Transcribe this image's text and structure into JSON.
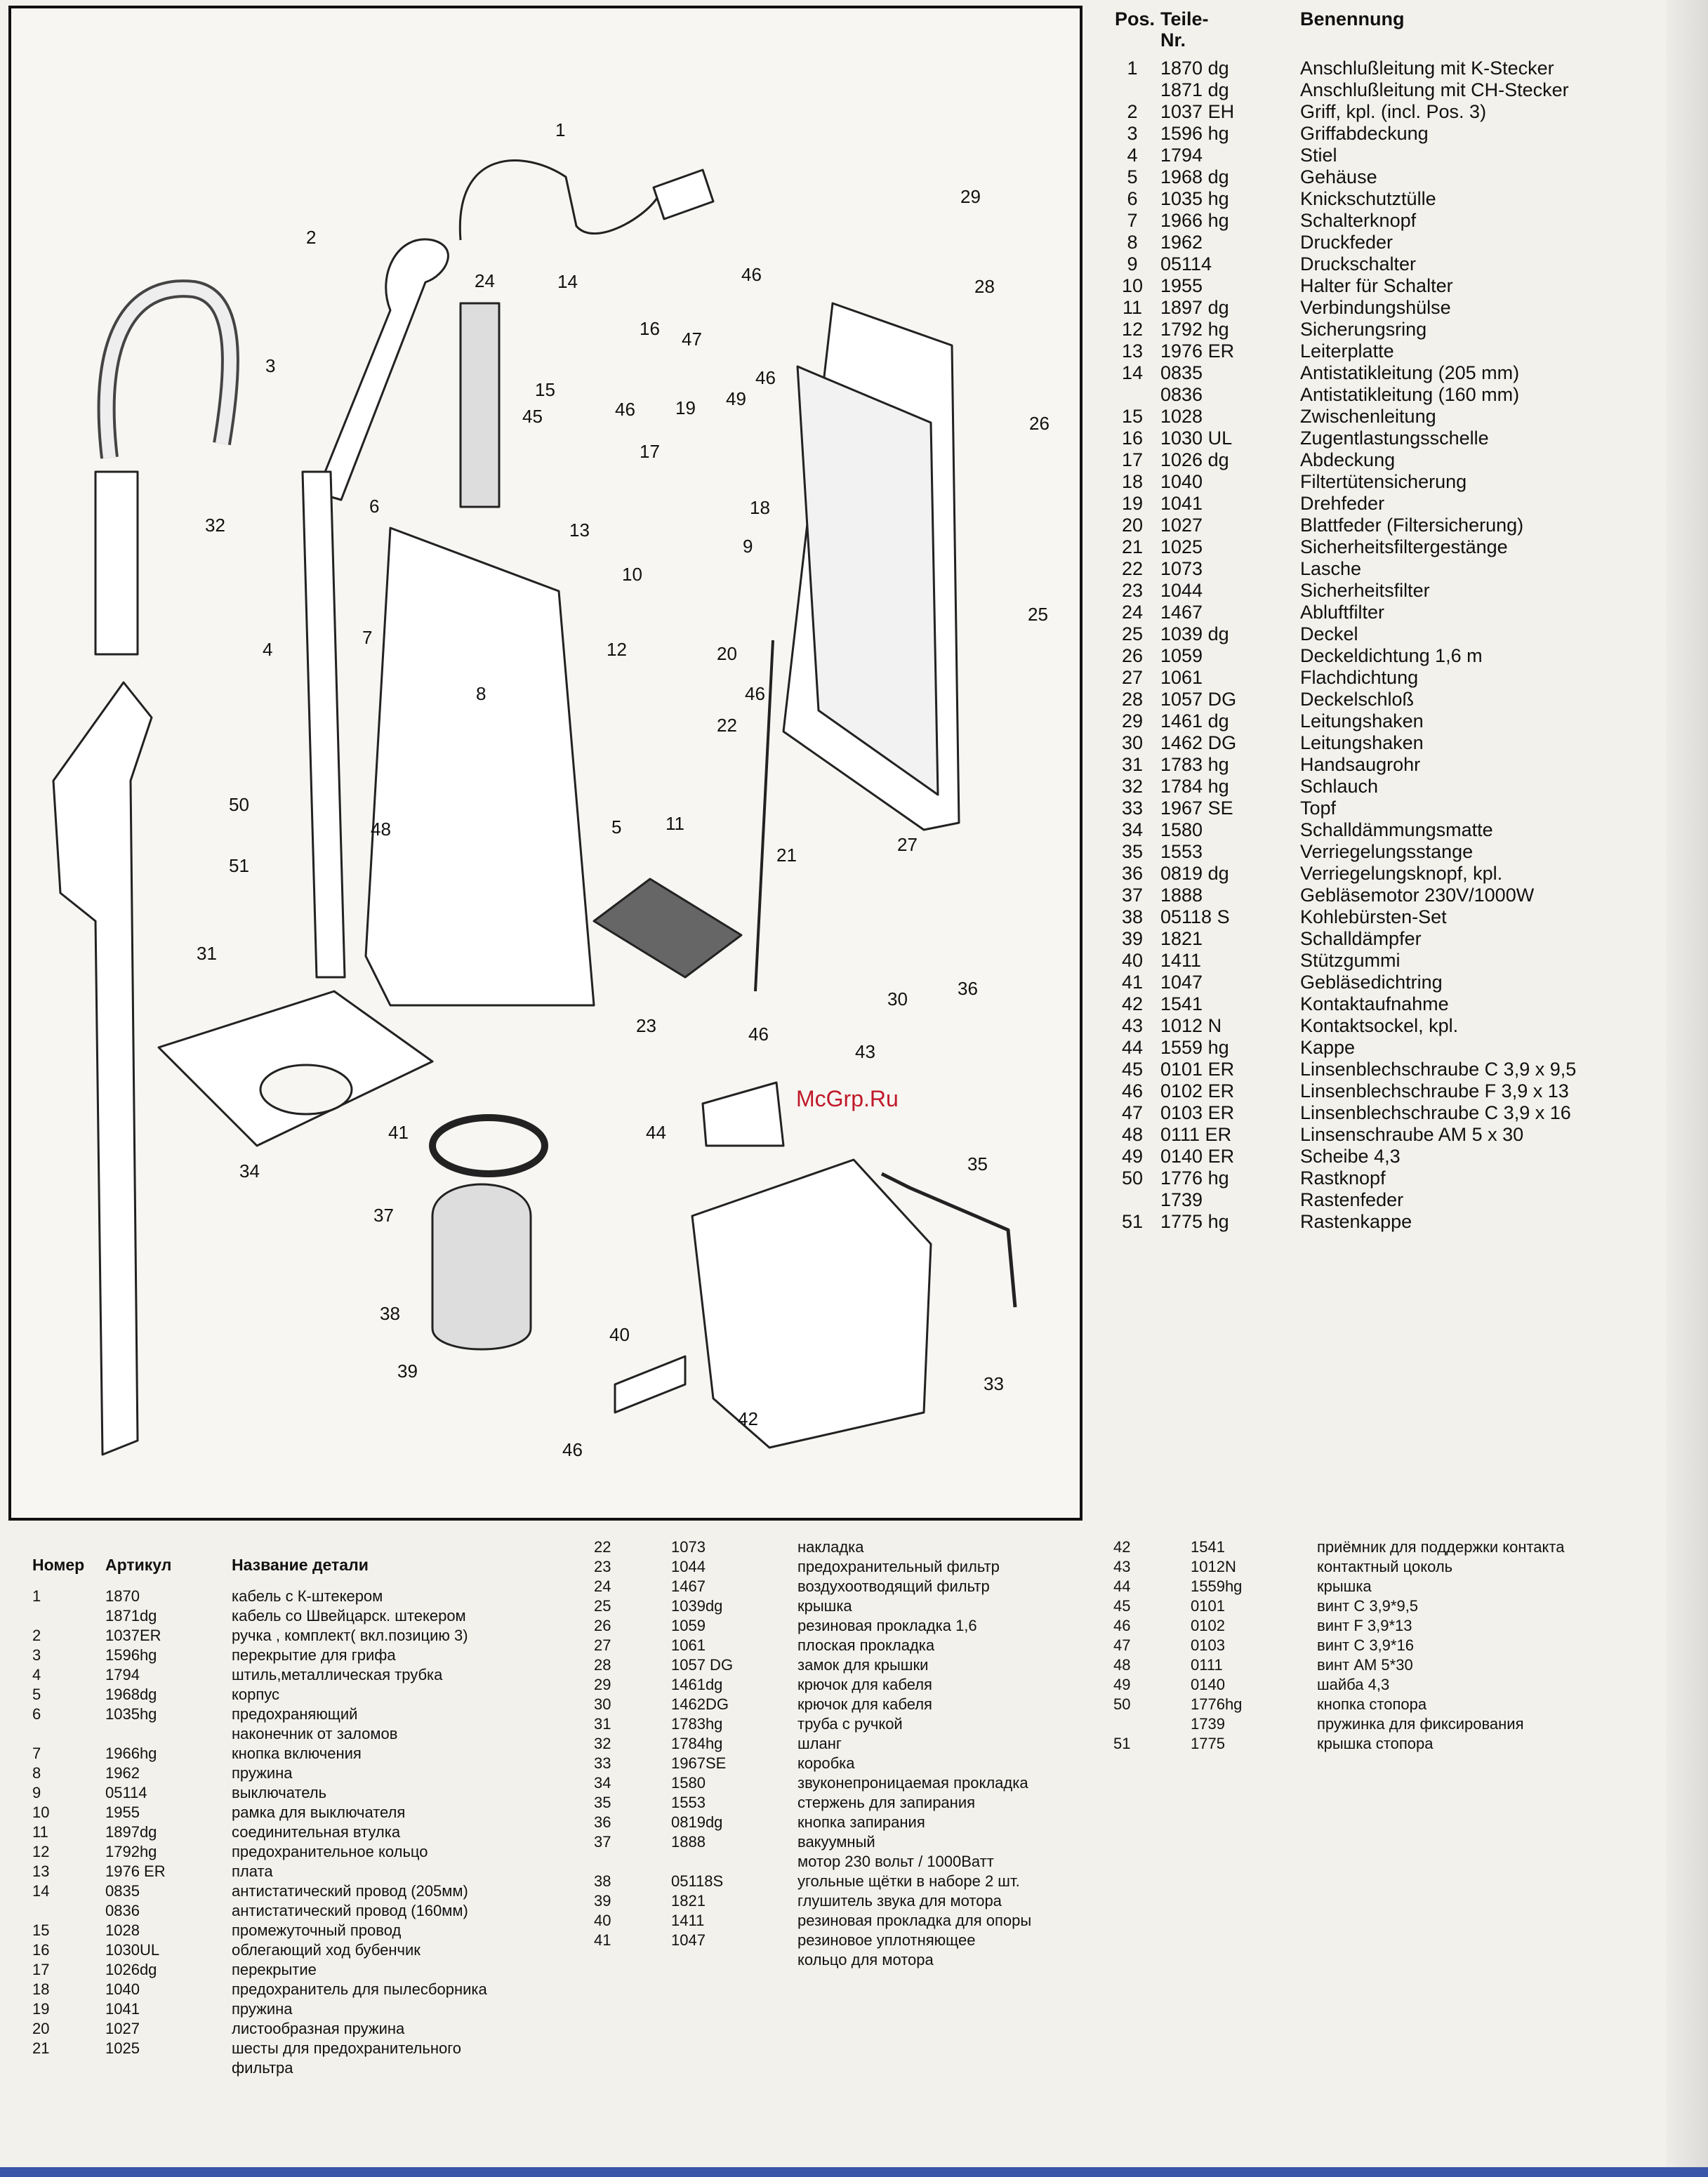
{
  "diagram": {
    "callouts": [
      "1",
      "2",
      "3",
      "4",
      "5",
      "6",
      "7",
      "8",
      "9",
      "10",
      "11",
      "12",
      "13",
      "14",
      "15",
      "16",
      "17",
      "18",
      "19",
      "20",
      "21",
      "22",
      "23",
      "24",
      "25",
      "26",
      "27",
      "28",
      "29",
      "30",
      "31",
      "32",
      "33",
      "34",
      "35",
      "36",
      "37",
      "38",
      "39",
      "40",
      "41",
      "42",
      "43",
      "44",
      "45",
      "46",
      "46",
      "46",
      "46",
      "46",
      "46",
      "47",
      "48",
      "49",
      "50",
      "51"
    ]
  },
  "watermark": "McGrp.Ru",
  "parts_de": {
    "headers": {
      "pos": "Pos.",
      "nr": "Teile-\nNr.",
      "name": "Benennung"
    },
    "rows": [
      {
        "pos": "1",
        "nr": "1870 dg",
        "name": "Anschlußleitung mit K-Stecker"
      },
      {
        "pos": "",
        "nr": "1871 dg",
        "name": "Anschlußleitung mit CH-Stecker"
      },
      {
        "pos": "2",
        "nr": "1037 EH",
        "name": "Griff, kpl. (incl. Pos. 3)"
      },
      {
        "pos": "3",
        "nr": "1596 hg",
        "name": "Griffabdeckung"
      },
      {
        "pos": "4",
        "nr": "1794",
        "name": "Stiel"
      },
      {
        "pos": "5",
        "nr": "1968 dg",
        "name": "Gehäuse"
      },
      {
        "pos": "6",
        "nr": "1035 hg",
        "name": "Knickschutztülle"
      },
      {
        "pos": "7",
        "nr": "1966 hg",
        "name": "Schalterknopf"
      },
      {
        "pos": "8",
        "nr": "1962",
        "name": "Druckfeder"
      },
      {
        "pos": "9",
        "nr": "05114",
        "name": "Druckschalter"
      },
      {
        "pos": "10",
        "nr": "1955",
        "name": "Halter für Schalter"
      },
      {
        "pos": "11",
        "nr": "1897 dg",
        "name": "Verbindungshülse"
      },
      {
        "pos": "12",
        "nr": "1792 hg",
        "name": "Sicherungsring"
      },
      {
        "pos": "13",
        "nr": "1976 ER",
        "name": "Leiterplatte"
      },
      {
        "pos": "14",
        "nr": "0835",
        "name": "Antistatikleitung (205 mm)"
      },
      {
        "pos": "",
        "nr": "0836",
        "name": "Antistatikleitung (160 mm)"
      },
      {
        "pos": "15",
        "nr": "1028",
        "name": "Zwischenleitung"
      },
      {
        "pos": "16",
        "nr": "1030 UL",
        "name": "Zugentlastungsschelle"
      },
      {
        "pos": "17",
        "nr": "1026 dg",
        "name": "Abdeckung"
      },
      {
        "pos": "18",
        "nr": "1040",
        "name": "Filtertütensicherung"
      },
      {
        "pos": "19",
        "nr": "1041",
        "name": "Drehfeder"
      },
      {
        "pos": "20",
        "nr": "1027",
        "name": "Blattfeder (Filtersicherung)"
      },
      {
        "pos": "21",
        "nr": "1025",
        "name": "Sicherheitsfiltergestänge"
      },
      {
        "pos": "22",
        "nr": "1073",
        "name": "Lasche"
      },
      {
        "pos": "23",
        "nr": "1044",
        "name": "Sicherheitsfilter"
      },
      {
        "pos": "24",
        "nr": "1467",
        "name": "Abluftfilter"
      },
      {
        "pos": "25",
        "nr": "1039 dg",
        "name": "Deckel"
      },
      {
        "pos": "26",
        "nr": "1059",
        "name": "Deckeldichtung 1,6 m"
      },
      {
        "pos": "27",
        "nr": "1061",
        "name": "Flachdichtung"
      },
      {
        "pos": "28",
        "nr": "1057 DG",
        "name": "Deckelschloß"
      },
      {
        "pos": "29",
        "nr": "1461 dg",
        "name": "Leitungshaken"
      },
      {
        "pos": "30",
        "nr": "1462 DG",
        "name": "Leitungshaken"
      },
      {
        "pos": "31",
        "nr": "1783 hg",
        "name": "Handsaugrohr"
      },
      {
        "pos": "32",
        "nr": "1784 hg",
        "name": "Schlauch"
      },
      {
        "pos": "33",
        "nr": "1967 SE",
        "name": "Topf"
      },
      {
        "pos": "34",
        "nr": "1580",
        "name": "Schalldämmungsmatte"
      },
      {
        "pos": "35",
        "nr": "1553",
        "name": "Verriegelungsstange"
      },
      {
        "pos": "36",
        "nr": "0819 dg",
        "name": "Verriegelungsknopf, kpl."
      },
      {
        "pos": "37",
        "nr": "1888",
        "name": "Gebläsemotor 230V/1000W"
      },
      {
        "pos": "38",
        "nr": "05118 S",
        "name": "Kohlebürsten-Set"
      },
      {
        "pos": "39",
        "nr": "1821",
        "name": "Schalldämpfer"
      },
      {
        "pos": "40",
        "nr": "1411",
        "name": "Stützgummi"
      },
      {
        "pos": "41",
        "nr": "1047",
        "name": "Gebläsedichtring"
      },
      {
        "pos": "42",
        "nr": "1541",
        "name": "Kontaktaufnahme"
      },
      {
        "pos": "43",
        "nr": "1012 N",
        "name": "Kontaktsockel, kpl."
      },
      {
        "pos": "44",
        "nr": "1559 hg",
        "name": "Kappe"
      },
      {
        "pos": "45",
        "nr": "0101 ER",
        "name": "Linsenblechschraube C 3,9 x 9,5"
      },
      {
        "pos": "46",
        "nr": "0102 ER",
        "name": "Linsenblechschraube F 3,9 x 13"
      },
      {
        "pos": "47",
        "nr": "0103 ER",
        "name": "Linsenblechschraube C 3,9 x 16"
      },
      {
        "pos": "48",
        "nr": "0111 ER",
        "name": "Linsenschraube AM 5 x 30"
      },
      {
        "pos": "49",
        "nr": "0140 ER",
        "name": "Scheibe 4,3"
      },
      {
        "pos": "50",
        "nr": "1776 hg",
        "name": "Rastknopf"
      },
      {
        "pos": "",
        "nr": "1739",
        "name": "Rastenfeder"
      },
      {
        "pos": "51",
        "nr": "1775 hg",
        "name": "Rastenkappe"
      }
    ]
  },
  "parts_ru": {
    "headers": {
      "num": "Номер",
      "art": "Артикул",
      "name": "Название детали"
    },
    "col1": [
      {
        "num": "1",
        "art": "1870",
        "name": "кабель с К-штекером"
      },
      {
        "num": "",
        "art": "1871dg",
        "name": "кабель со Швейцарск. штекером"
      },
      {
        "num": "2",
        "art": "1037ER",
        "name": "ручка , комплект( вкл.позицию 3)"
      },
      {
        "num": "3",
        "art": "1596hg",
        "name": "перекрытие для грифа"
      },
      {
        "num": "4",
        "art": "1794",
        "name": "штиль,металлическая трубка"
      },
      {
        "num": "5",
        "art": "1968dg",
        "name": "корпус"
      },
      {
        "num": "6",
        "art": "1035hg",
        "name": "предохраняющий"
      },
      {
        "num": "",
        "art": "",
        "name": "наконечник от заломов"
      },
      {
        "num": "7",
        "art": "1966hg",
        "name": "кнопка включения"
      },
      {
        "num": "8",
        "art": "1962",
        "name": "пружина"
      },
      {
        "num": "9",
        "art": "05114",
        "name": "выключатель"
      },
      {
        "num": "10",
        "art": "1955",
        "name": "рамка для выключателя"
      },
      {
        "num": "11",
        "art": "1897dg",
        "name": "соединительная втулка"
      },
      {
        "num": "12",
        "art": "1792hg",
        "name": "предохранительное кольцо"
      },
      {
        "num": "13",
        "art": "1976 ER",
        "name": "плата"
      },
      {
        "num": "14",
        "art": "0835",
        "name": "антистатический провод (205мм)"
      },
      {
        "num": "",
        "art": "0836",
        "name": "антистатический провод (160мм)"
      },
      {
        "num": "15",
        "art": "1028",
        "name": "промежуточный провод"
      },
      {
        "num": "16",
        "art": "1030UL",
        "name": "облегающий ход бубенчик"
      },
      {
        "num": "17",
        "art": "1026dg",
        "name": "перекрытие"
      },
      {
        "num": "18",
        "art": "1040",
        "name": "предохранитель для пылесборника"
      },
      {
        "num": "19",
        "art": "1041",
        "name": "пружина"
      },
      {
        "num": "20",
        "art": "1027",
        "name": "листообразная пружина"
      },
      {
        "num": "21",
        "art": "1025",
        "name": "шесты для предохранительного"
      },
      {
        "num": "",
        "art": "",
        "name": "фильтра"
      }
    ],
    "col2": [
      {
        "num": "22",
        "art": "1073",
        "name": "накладка"
      },
      {
        "num": "23",
        "art": "1044",
        "name": "предохранительный фильтр"
      },
      {
        "num": "24",
        "art": "1467",
        "name": "воздухоотводящий фильтр"
      },
      {
        "num": "25",
        "art": "1039dg",
        "name": "крышка"
      },
      {
        "num": "26",
        "art": "1059",
        "name": "резиновая прокладка 1,6"
      },
      {
        "num": "27",
        "art": "1061",
        "name": "плоская прокладка"
      },
      {
        "num": "28",
        "art": "1057 DG",
        "name": "замок для крышки"
      },
      {
        "num": "29",
        "art": "1461dg",
        "name": "крючок для кабеля"
      },
      {
        "num": "30",
        "art": "1462DG",
        "name": "крючок для кабеля"
      },
      {
        "num": "31",
        "art": "1783hg",
        "name": "труба с ручкой"
      },
      {
        "num": "32",
        "art": "1784hg",
        "name": "шланг"
      },
      {
        "num": "33",
        "art": "1967SE",
        "name": "коробка"
      },
      {
        "num": "34",
        "art": "1580",
        "name": "звуконепроницаемая прокладка"
      },
      {
        "num": "35",
        "art": "1553",
        "name": "стержень для запирания"
      },
      {
        "num": "36",
        "art": "0819dg",
        "name": "кнопка запирания"
      },
      {
        "num": "37",
        "art": "1888",
        "name": "вакуумный"
      },
      {
        "num": "",
        "art": "",
        "name": "мотор 230 вольт / 1000Ватт"
      },
      {
        "num": "38",
        "art": "05118S",
        "name": "угольные щётки в наборе 2 шт."
      },
      {
        "num": "39",
        "art": "1821",
        "name": "глушитель звука для мотора"
      },
      {
        "num": "40",
        "art": "1411",
        "name": "резиновая прокладка для опоры"
      },
      {
        "num": "41",
        "art": "1047",
        "name": "резиновое уплотняющее"
      },
      {
        "num": "",
        "art": "",
        "name": "кольцо для мотора"
      }
    ],
    "col3": [
      {
        "num": "42",
        "art": "1541",
        "name": "приёмник для поддержки контакта"
      },
      {
        "num": "43",
        "art": "1012N",
        "name": "контактный цоколь"
      },
      {
        "num": "44",
        "art": "1559hg",
        "name": "крышка"
      },
      {
        "num": "45",
        "art": "0101",
        "name": "винт С 3,9*9,5"
      },
      {
        "num": "46",
        "art": "0102",
        "name": "винт F 3,9*13"
      },
      {
        "num": "47",
        "art": "0103",
        "name": "винт С 3,9*16"
      },
      {
        "num": "48",
        "art": "0111",
        "name": "винт АМ 5*30"
      },
      {
        "num": "49",
        "art": "0140",
        "name": "шайба 4,3"
      },
      {
        "num": "50",
        "art": "1776hg",
        "name": "кнопка стопора"
      },
      {
        "num": "",
        "art": "1739",
        "name": "пружинка для фиксирования"
      },
      {
        "num": "51",
        "art": "1775",
        "name": "крышка стопора"
      }
    ]
  }
}
